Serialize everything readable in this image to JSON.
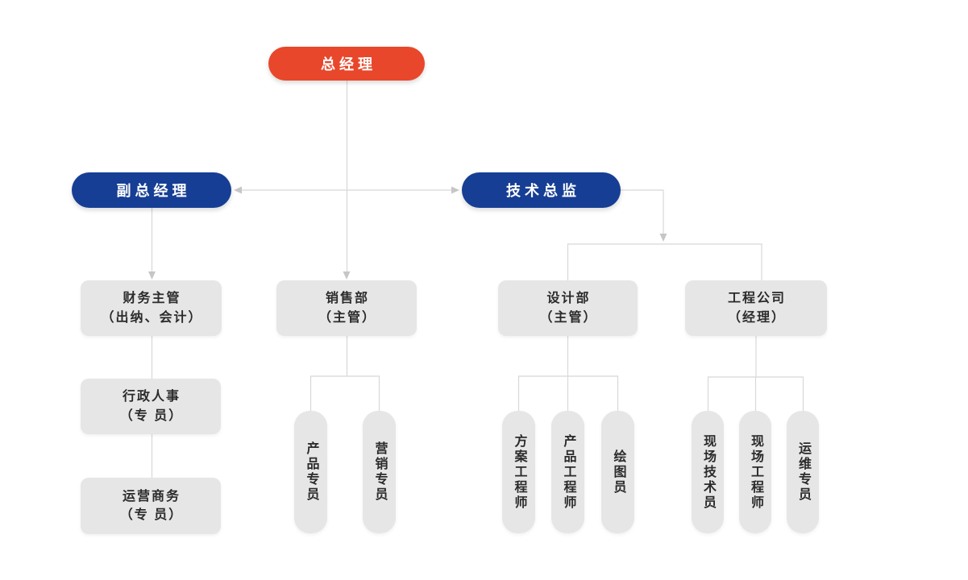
{
  "palette": {
    "root_node_bg": "#E8472B",
    "executive_node_bg": "#163E94",
    "department_node_bg": "#E6E6E6",
    "connector_line": "#D8D8D8",
    "connector_arrow": "#C6C6C6",
    "text_on_color": "#FFFFFF",
    "text_dark": "#2B2B2B"
  },
  "org_chart": {
    "root": {
      "label": "总经理"
    },
    "executives": [
      {
        "label": "副总经理"
      },
      {
        "label": "技术总监"
      }
    ],
    "departments": [
      {
        "line1": "财务主管",
        "line2": "（出纳、会计）"
      },
      {
        "line1": "销售部",
        "line2": "（主管）"
      },
      {
        "line1": "设计部",
        "line2": "（主管）"
      },
      {
        "line1": "工程公司",
        "line2": "（经理）"
      }
    ],
    "finance_children": [
      {
        "line1": "行政人事",
        "line2": "（专 员）"
      },
      {
        "line1": "运营商务",
        "line2": "（专 员）"
      }
    ],
    "sales_children": [
      {
        "label": "产品专员"
      },
      {
        "label": "营销专员"
      }
    ],
    "design_children": [
      {
        "label": "方案工程师"
      },
      {
        "label": "产品工程师"
      },
      {
        "label": "绘图员"
      }
    ],
    "engineering_children": [
      {
        "label": "现场技术员"
      },
      {
        "label": "现场工程师"
      },
      {
        "label": "运维专员"
      }
    ]
  }
}
